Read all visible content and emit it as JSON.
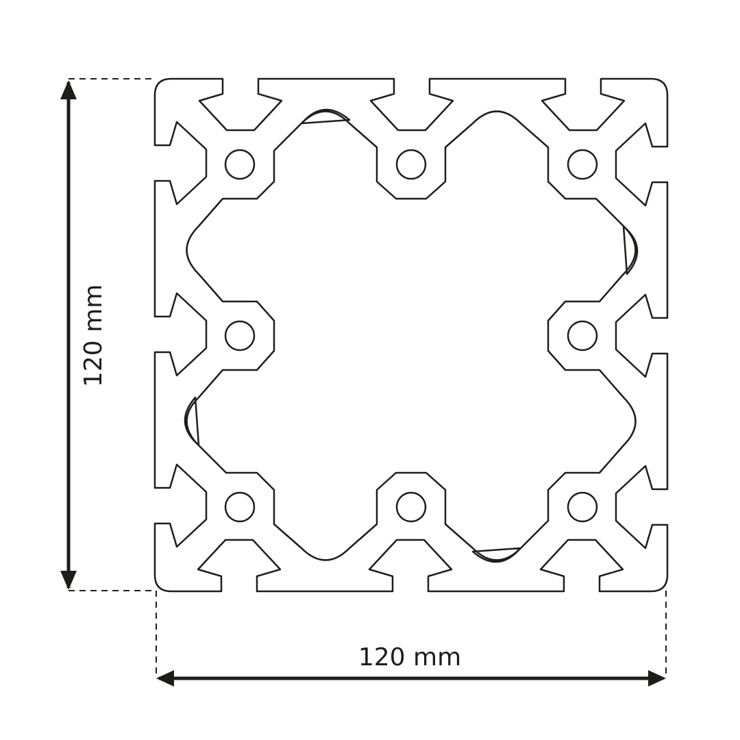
{
  "dimensions": {
    "width_label": "120 mm",
    "height_label": "120 mm"
  },
  "profile": {
    "slots_per_side": 3,
    "screw_holes": 8
  },
  "colors": {
    "line": "#1d1d1b",
    "background": "#ffffff"
  }
}
